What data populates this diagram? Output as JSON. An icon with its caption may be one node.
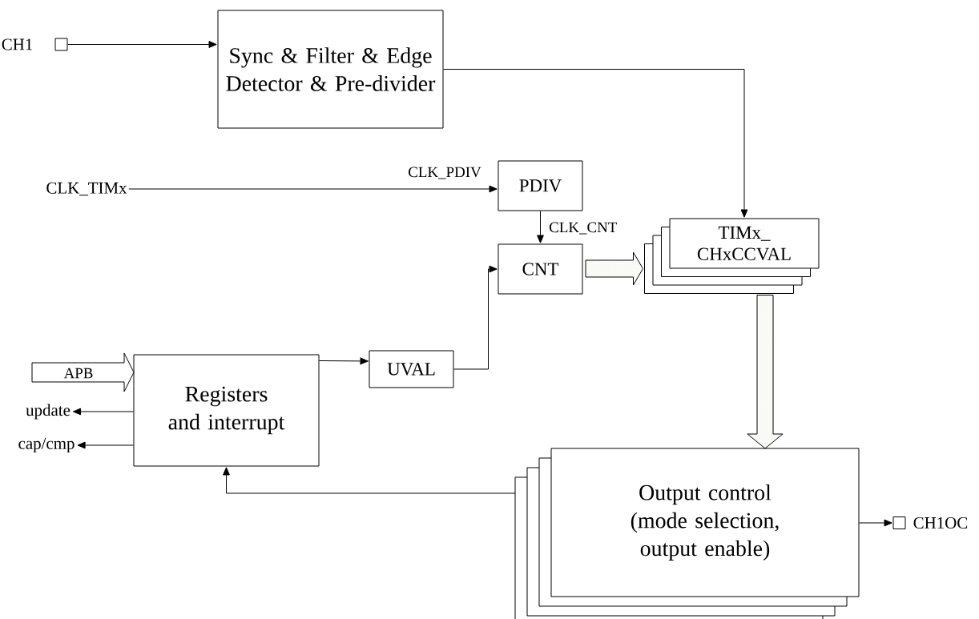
{
  "diagram": {
    "nodes": [
      {
        "text": [],
        "shape": "box",
        "beside": [
          "CH1"
        ]
      },
      {
        "text": [
          "Sync & Filter & Edge Detector & Pre-divider"
        ]
      },
      {
        "text": [
          "CLK_TIMx"
        ]
      },
      {
        "text": [
          "PDIV"
        ]
      },
      {
        "text": [
          "CNT"
        ]
      },
      {
        "text": [
          "TIMx_ CHxCCVAL"
        ]
      },
      {
        "text": [
          "UVAL"
        ]
      },
      {
        "text": [
          "Registers and interrupt"
        ]
      },
      {
        "text": [
          "update"
        ]
      },
      {
        "text": [
          "cap/cmp"
        ]
      },
      {
        "text": [
          "Output control",
          "(mode selection, output enable)"
        ]
      },
      {
        "text": [],
        "shape": "box",
        "beside": [
          "CH1OC"
        ]
      }
    ],
    "edges": [
      {
        "from": 0,
        "to": 1,
        "arrow": "to"
      },
      {
        "from": 2,
        "to": 3,
        "arrow": "to",
        "label": "CLK_PDIV"
      },
      {
        "from": 1,
        "to": 5,
        "arrow": "to"
      },
      {
        "from": 3,
        "to": 4,
        "arrow": "to",
        "label": "CLK_CNT"
      },
      {
        "from": 4,
        "to": 5,
        "arrow": "to",
        "style": "thick"
      },
      {
        "from": null,
        "to": 7,
        "arrow": "to",
        "label": "APB",
        "style": "thick"
      },
      {
        "from": 7,
        "to": 6,
        "arrow": "to"
      },
      {
        "from": 6,
        "to": 4,
        "arrow": "to"
      },
      {
        "from": 7,
        "to": 8,
        "arrow": "to"
      },
      {
        "from": 7,
        "to": 9,
        "arrow": "to"
      },
      {
        "from": 5,
        "to": 10,
        "arrow": "to",
        "style": "thick"
      },
      {
        "from": 10,
        "to": 7,
        "arrow": "to"
      },
      {
        "from": 10,
        "to": 11,
        "arrow": "to"
      }
    ]
  }
}
